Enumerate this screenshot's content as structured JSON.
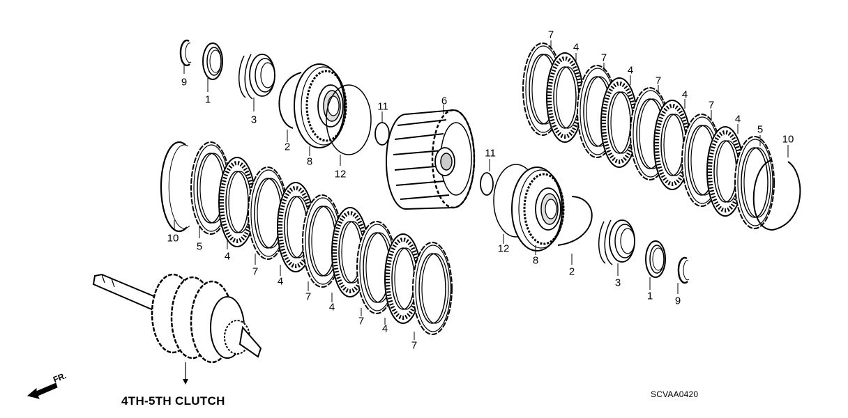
{
  "diagram": {
    "title": "4TH-5TH CLUTCH",
    "code": "SCVAA0420",
    "front_label": "FR.",
    "callouts": [
      {
        "id": "c-9-top",
        "text": "9"
      },
      {
        "id": "c-1-top",
        "text": "1"
      },
      {
        "id": "c-3-top",
        "text": "3"
      },
      {
        "id": "c-2-top",
        "text": "2"
      },
      {
        "id": "c-8-top",
        "text": "8"
      },
      {
        "id": "c-12-top",
        "text": "12"
      },
      {
        "id": "c-11-top",
        "text": "11"
      },
      {
        "id": "c-6",
        "text": "6"
      },
      {
        "id": "c-11-mid",
        "text": "11"
      },
      {
        "id": "c-10-left",
        "text": "10"
      },
      {
        "id": "c-5-left",
        "text": "5"
      },
      {
        "id": "c-4-l1",
        "text": "4"
      },
      {
        "id": "c-7-l1",
        "text": "7"
      },
      {
        "id": "c-4-l2",
        "text": "4"
      },
      {
        "id": "c-7-l2",
        "text": "7"
      },
      {
        "id": "c-4-l3",
        "text": "4"
      },
      {
        "id": "c-7-l3",
        "text": "7"
      },
      {
        "id": "c-4-l4",
        "text": "4"
      },
      {
        "id": "c-7-l4",
        "text": "7"
      },
      {
        "id": "c-12-mid",
        "text": "12"
      },
      {
        "id": "c-8-mid",
        "text": "8"
      },
      {
        "id": "c-2-mid",
        "text": "2"
      },
      {
        "id": "c-3-mid",
        "text": "3"
      },
      {
        "id": "c-1-mid",
        "text": "1"
      },
      {
        "id": "c-9-mid",
        "text": "9"
      },
      {
        "id": "c-7-r1",
        "text": "7"
      },
      {
        "id": "c-4-r1",
        "text": "4"
      },
      {
        "id": "c-7-r2",
        "text": "7"
      },
      {
        "id": "c-4-r2",
        "text": "4"
      },
      {
        "id": "c-7-r3",
        "text": "7"
      },
      {
        "id": "c-4-r3",
        "text": "4"
      },
      {
        "id": "c-7-r4",
        "text": "7"
      },
      {
        "id": "c-4-r4",
        "text": "4"
      },
      {
        "id": "c-5-right",
        "text": "5"
      },
      {
        "id": "c-10-right",
        "text": "10"
      }
    ]
  }
}
